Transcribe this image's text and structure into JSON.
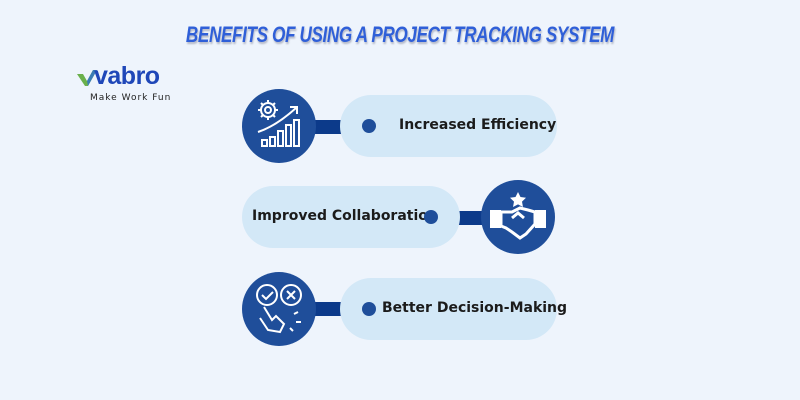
{
  "title": "BENEFITS OF USING A PROJECT TRACKING SYSTEM",
  "logo": {
    "name": "vabro",
    "tagline": "Make Work Fun"
  },
  "colors": {
    "background": "#eef4fc",
    "title": "#2f5fd8",
    "circle": "#1f4e9a",
    "pill": "#d3e8f7",
    "connector": "#0c3a8a"
  },
  "benefits": [
    {
      "label": "Increased Efficiency",
      "icon": "gear-growth-chart-icon"
    },
    {
      "label": "Improved Collaboration",
      "icon": "handshake-star-icon"
    },
    {
      "label": "Better Decision-Making",
      "icon": "check-cross-choice-icon"
    }
  ]
}
